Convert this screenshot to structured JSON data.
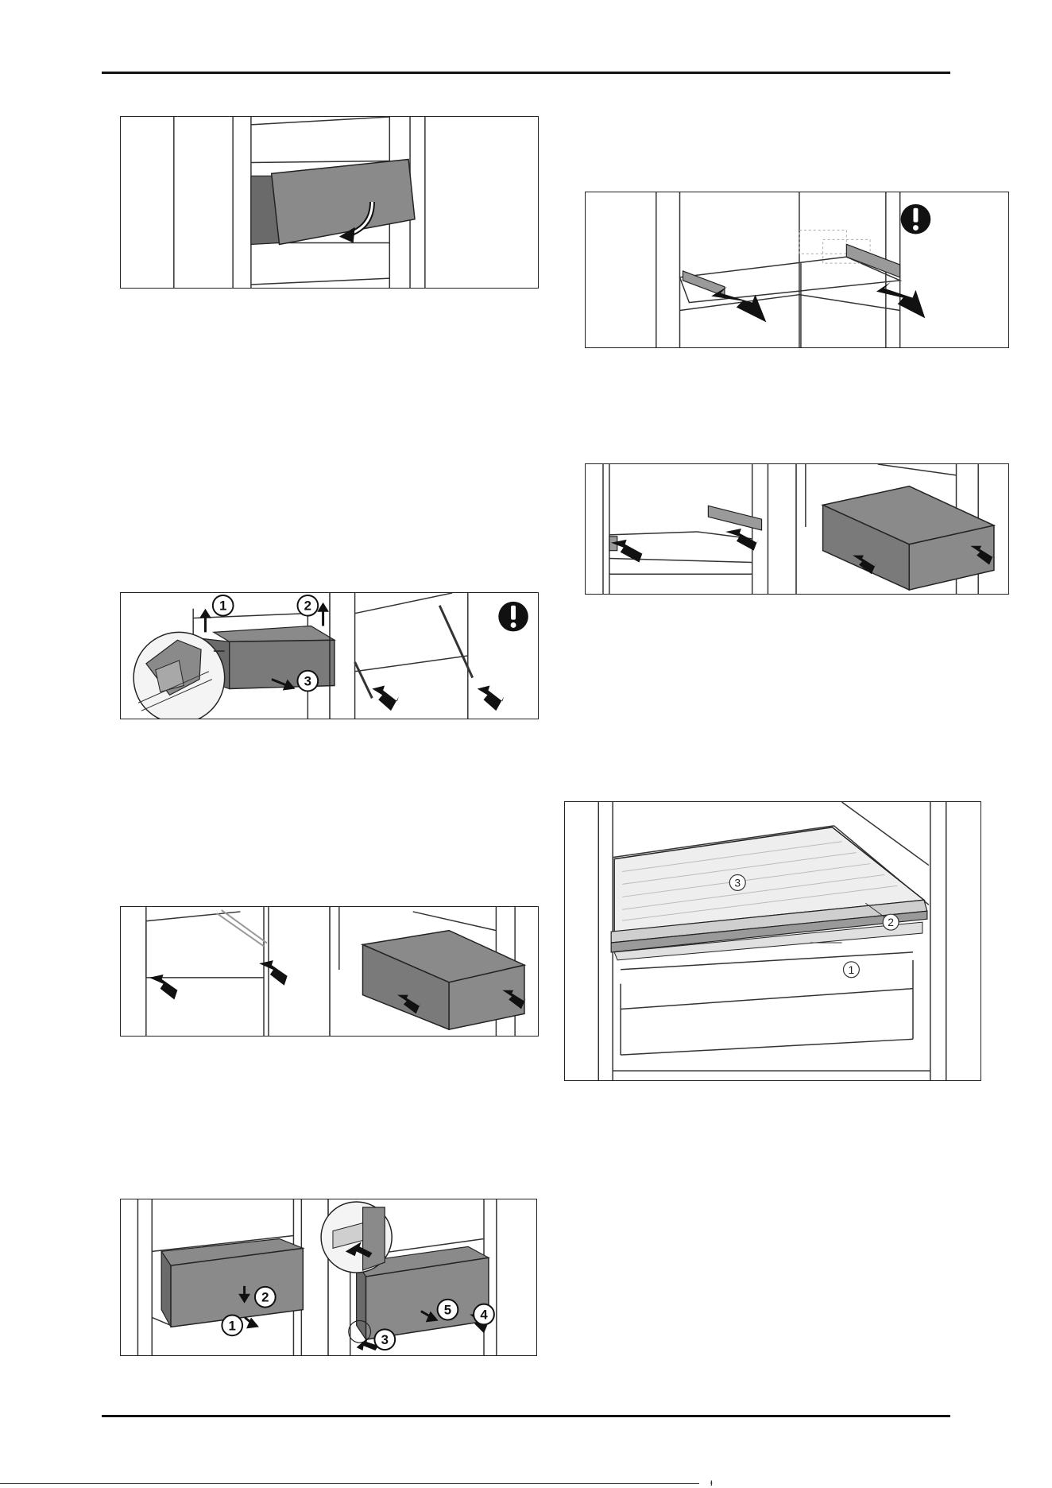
{
  "figures": [
    {
      "id": "fig-drawer-tilt",
      "callouts": []
    },
    {
      "id": "fig-rails-push-in",
      "callouts": [],
      "has_warning_icon": true
    },
    {
      "id": "fig-rail-drawer-insert",
      "callouts": []
    },
    {
      "id": "fig-drawer-removal",
      "callouts": [
        "1",
        "2",
        "3"
      ],
      "has_warning_icon": true
    },
    {
      "id": "fig-shelf-parts",
      "callouts": [
        "1",
        "2",
        "3"
      ]
    },
    {
      "id": "fig-drawer-insert",
      "callouts": []
    },
    {
      "id": "fig-drawer-clip-in",
      "callouts": [
        "1",
        "2",
        "3",
        "4",
        "5"
      ]
    }
  ],
  "icons": {
    "warning": "exclamation-circle-icon",
    "arrow": "arrow-icon"
  },
  "colors": {
    "line": "#333333",
    "drawer_fill": "#8a8a8a",
    "drawer_dark": "#6a6a6a",
    "rail_fill": "#9a9a9a"
  },
  "footer": {
    "page_mark": "ᵼ"
  }
}
